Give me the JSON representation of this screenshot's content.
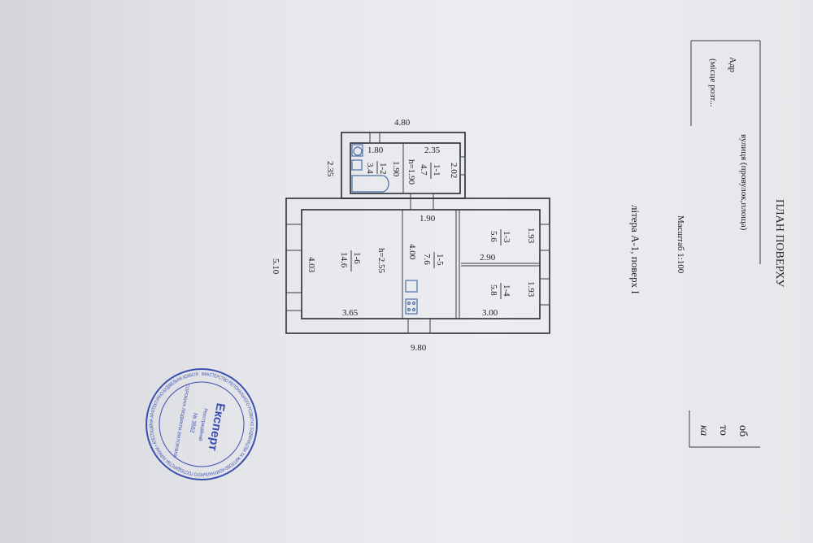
{
  "header": {
    "title": "ПЛАН ПОВЕРХУ",
    "address_label": "Адр",
    "location_label": "(місце розт...",
    "street_label": "вулиця (провулок,площа)",
    "scale": "Масштаб 1:100",
    "letter_floor": "літера  А-1, поверх І",
    "fragments": [
      "об",
      "то",
      "ка"
    ]
  },
  "plan": {
    "dimensions": {
      "annex_width": "4.80",
      "annex_height": "2.35",
      "bath_width": "1.80",
      "bath_depth": "1.90",
      "hall_width": "2.35",
      "hall_depth": "2.02",
      "hall_door": "1.90",
      "building_height": "5.10",
      "building_width": "9.80",
      "room16_depth": "4.03",
      "room16_width": "3.65",
      "room15_depth": "4.00",
      "room13_depth": "1.93",
      "room14_depth": "1.93",
      "partition": "2.90",
      "room14_width": "3.00",
      "annex_ceiling": "h=1.90",
      "main_ceiling": "h=2.55"
    },
    "rooms": [
      {
        "id": "1-1",
        "area": "4.7"
      },
      {
        "id": "1-2",
        "area": "3.4"
      },
      {
        "id": "1-3",
        "area": "5.6"
      },
      {
        "id": "1-4",
        "area": "5.8"
      },
      {
        "id": "1-5",
        "area": "7.6"
      },
      {
        "id": "1-6",
        "area": "14.6"
      }
    ]
  },
  "stamp": {
    "title": "Експерт",
    "subtitle": "Реєстраційний",
    "number": "№ 3552",
    "name": "СОРОКІНА ЛЮДМИЛА ВІКТОРІВНА",
    "ring": "МІНІСТЕРСТВО РЕГІОНАЛЬНОГО РОЗВИТКУ, БУДІВНИЦТВА ТА ЖИТЛОВО-КОМУНАЛЬНОГО ГОСПОДАРСТВА УКРАЇНИ • АТЕСТАЦІЙНА АРХІТЕКТУРНО-БУДІВЕЛЬНА КОМІСІЯ"
  },
  "colors": {
    "stamp": "#3b4fb0",
    "lines": "#2a2c33",
    "fixtures": "#4b6fa8"
  }
}
